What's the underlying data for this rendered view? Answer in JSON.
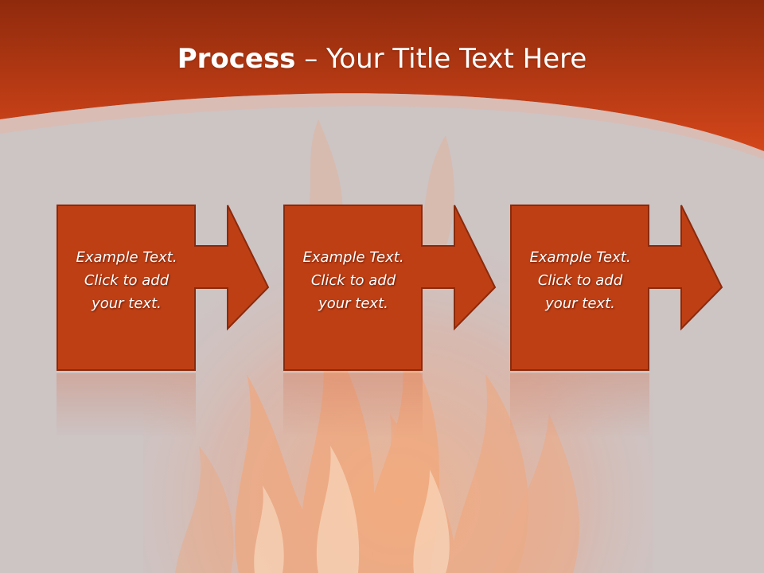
{
  "slide": {
    "title_bold": "Process",
    "title_rest": " – Your Title Text Here"
  },
  "steps": [
    {
      "label": "Example Text.\nClick  to add\nyour text."
    },
    {
      "label": "Example Text.\nClick  to add\nyour text."
    },
    {
      "label": "Example Text.\nClick  to add\nyour text."
    }
  ],
  "colors": {
    "header_top": "#8f2a0c",
    "header_bottom": "#d4461a",
    "box_fill": "#bf3f14",
    "box_border": "#8a2a0c",
    "background": "#cdc4c4",
    "flame": "#f6a270"
  }
}
